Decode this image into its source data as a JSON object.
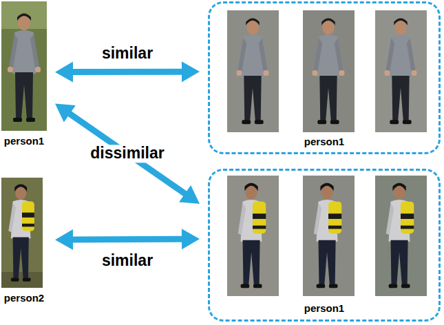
{
  "diagram": {
    "nodes": [
      {
        "text": [
          "person1"
        ]
      },
      {
        "text": [
          "person1"
        ]
      },
      {
        "text": [
          "person2"
        ]
      },
      {
        "text": [
          "person1"
        ]
      }
    ],
    "edges": [
      {
        "from": 0,
        "to": 1,
        "arrow": "both",
        "label": "similar"
      },
      {
        "from": 0,
        "to": 3,
        "arrow": "both",
        "label": "dissimilar"
      },
      {
        "from": 2,
        "to": 3,
        "arrow": "both",
        "label": "similar"
      }
    ]
  }
}
